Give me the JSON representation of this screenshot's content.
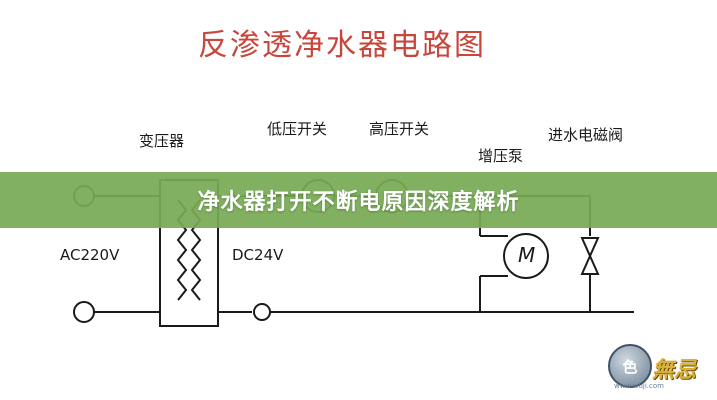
{
  "diagram": {
    "title": "反渗透净水器电路图",
    "labels": {
      "transformer": "变压器",
      "low_pressure_switch": "低压开关",
      "high_pressure_switch": "高压开关",
      "booster_pump": "增压泵",
      "inlet_solenoid_valve": "进水电磁阀",
      "ac_input": "AC220V",
      "dc_output": "DC24V",
      "motor_symbol": "M"
    },
    "colors": {
      "title": "#c8463c",
      "lines": "#1a1a1a",
      "banner": "#76aa54"
    }
  },
  "banner": {
    "text": "净水器打开不断电原因深度解析"
  },
  "watermark": {
    "badge_text": "色",
    "brand_text": "無忌",
    "small_text": "www.wuji.com"
  }
}
